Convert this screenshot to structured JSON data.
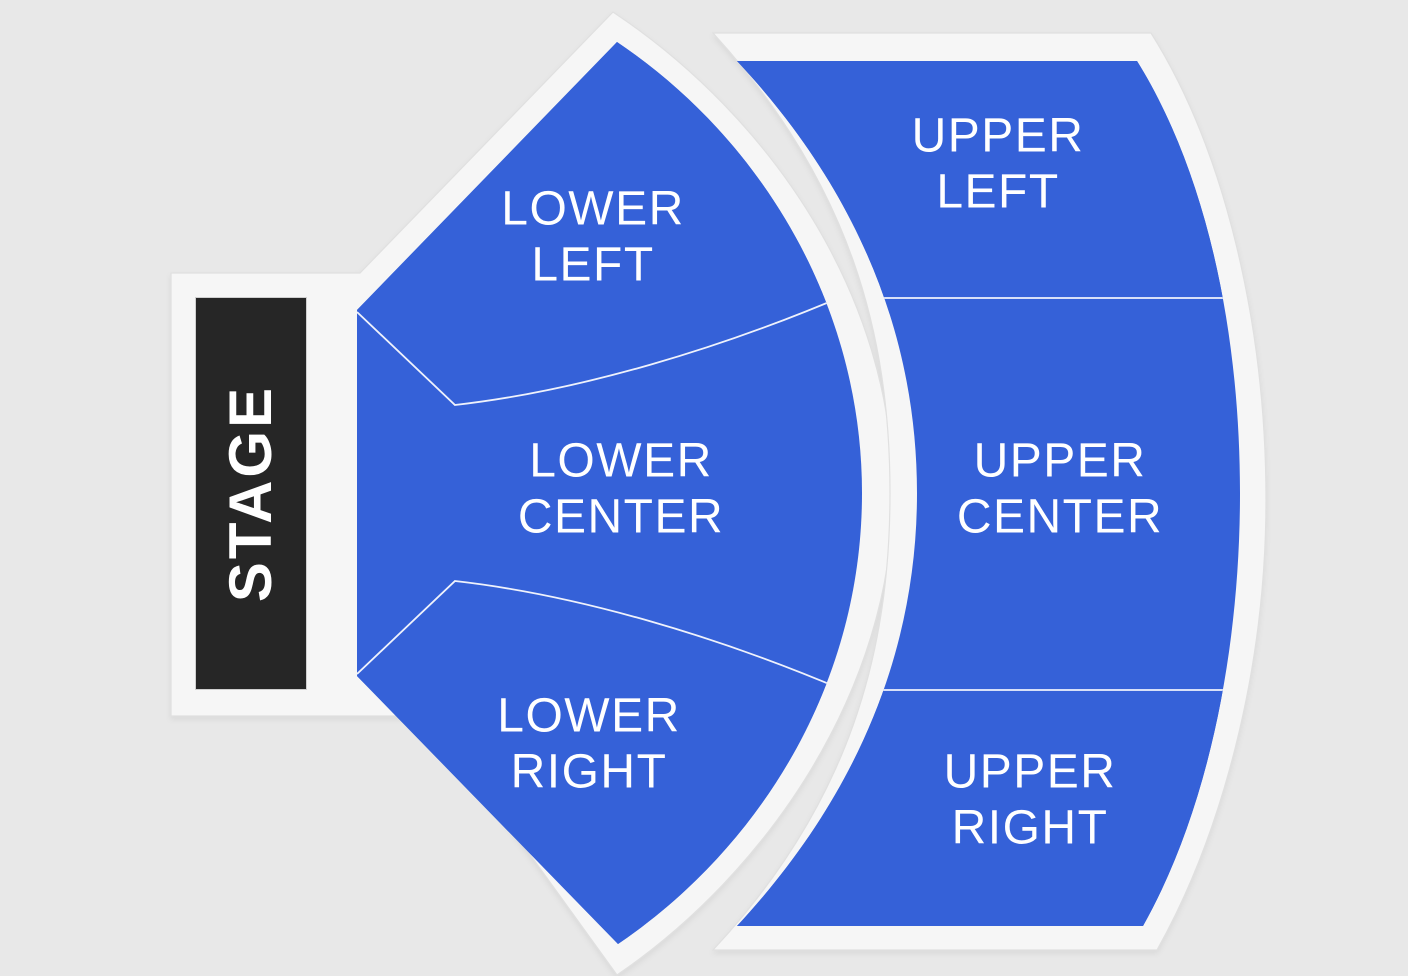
{
  "colors": {
    "background": "#e8e8e8",
    "walkway": "#f6f6f6",
    "section_fill": "#3561d8",
    "stage_fill": "#262626",
    "label_text": "#ffffff"
  },
  "stage": {
    "label": "STAGE"
  },
  "sections": [
    {
      "id": "lower-left",
      "line1": "LOWER",
      "line2": "LEFT"
    },
    {
      "id": "lower-center",
      "line1": "LOWER",
      "line2": "CENTER"
    },
    {
      "id": "lower-right",
      "line1": "LOWER",
      "line2": "RIGHT"
    },
    {
      "id": "upper-left",
      "line1": "UPPER",
      "line2": "LEFT"
    },
    {
      "id": "upper-center",
      "line1": "UPPER",
      "line2": "CENTER"
    },
    {
      "id": "upper-right",
      "line1": "UPPER",
      "line2": "RIGHT"
    }
  ]
}
